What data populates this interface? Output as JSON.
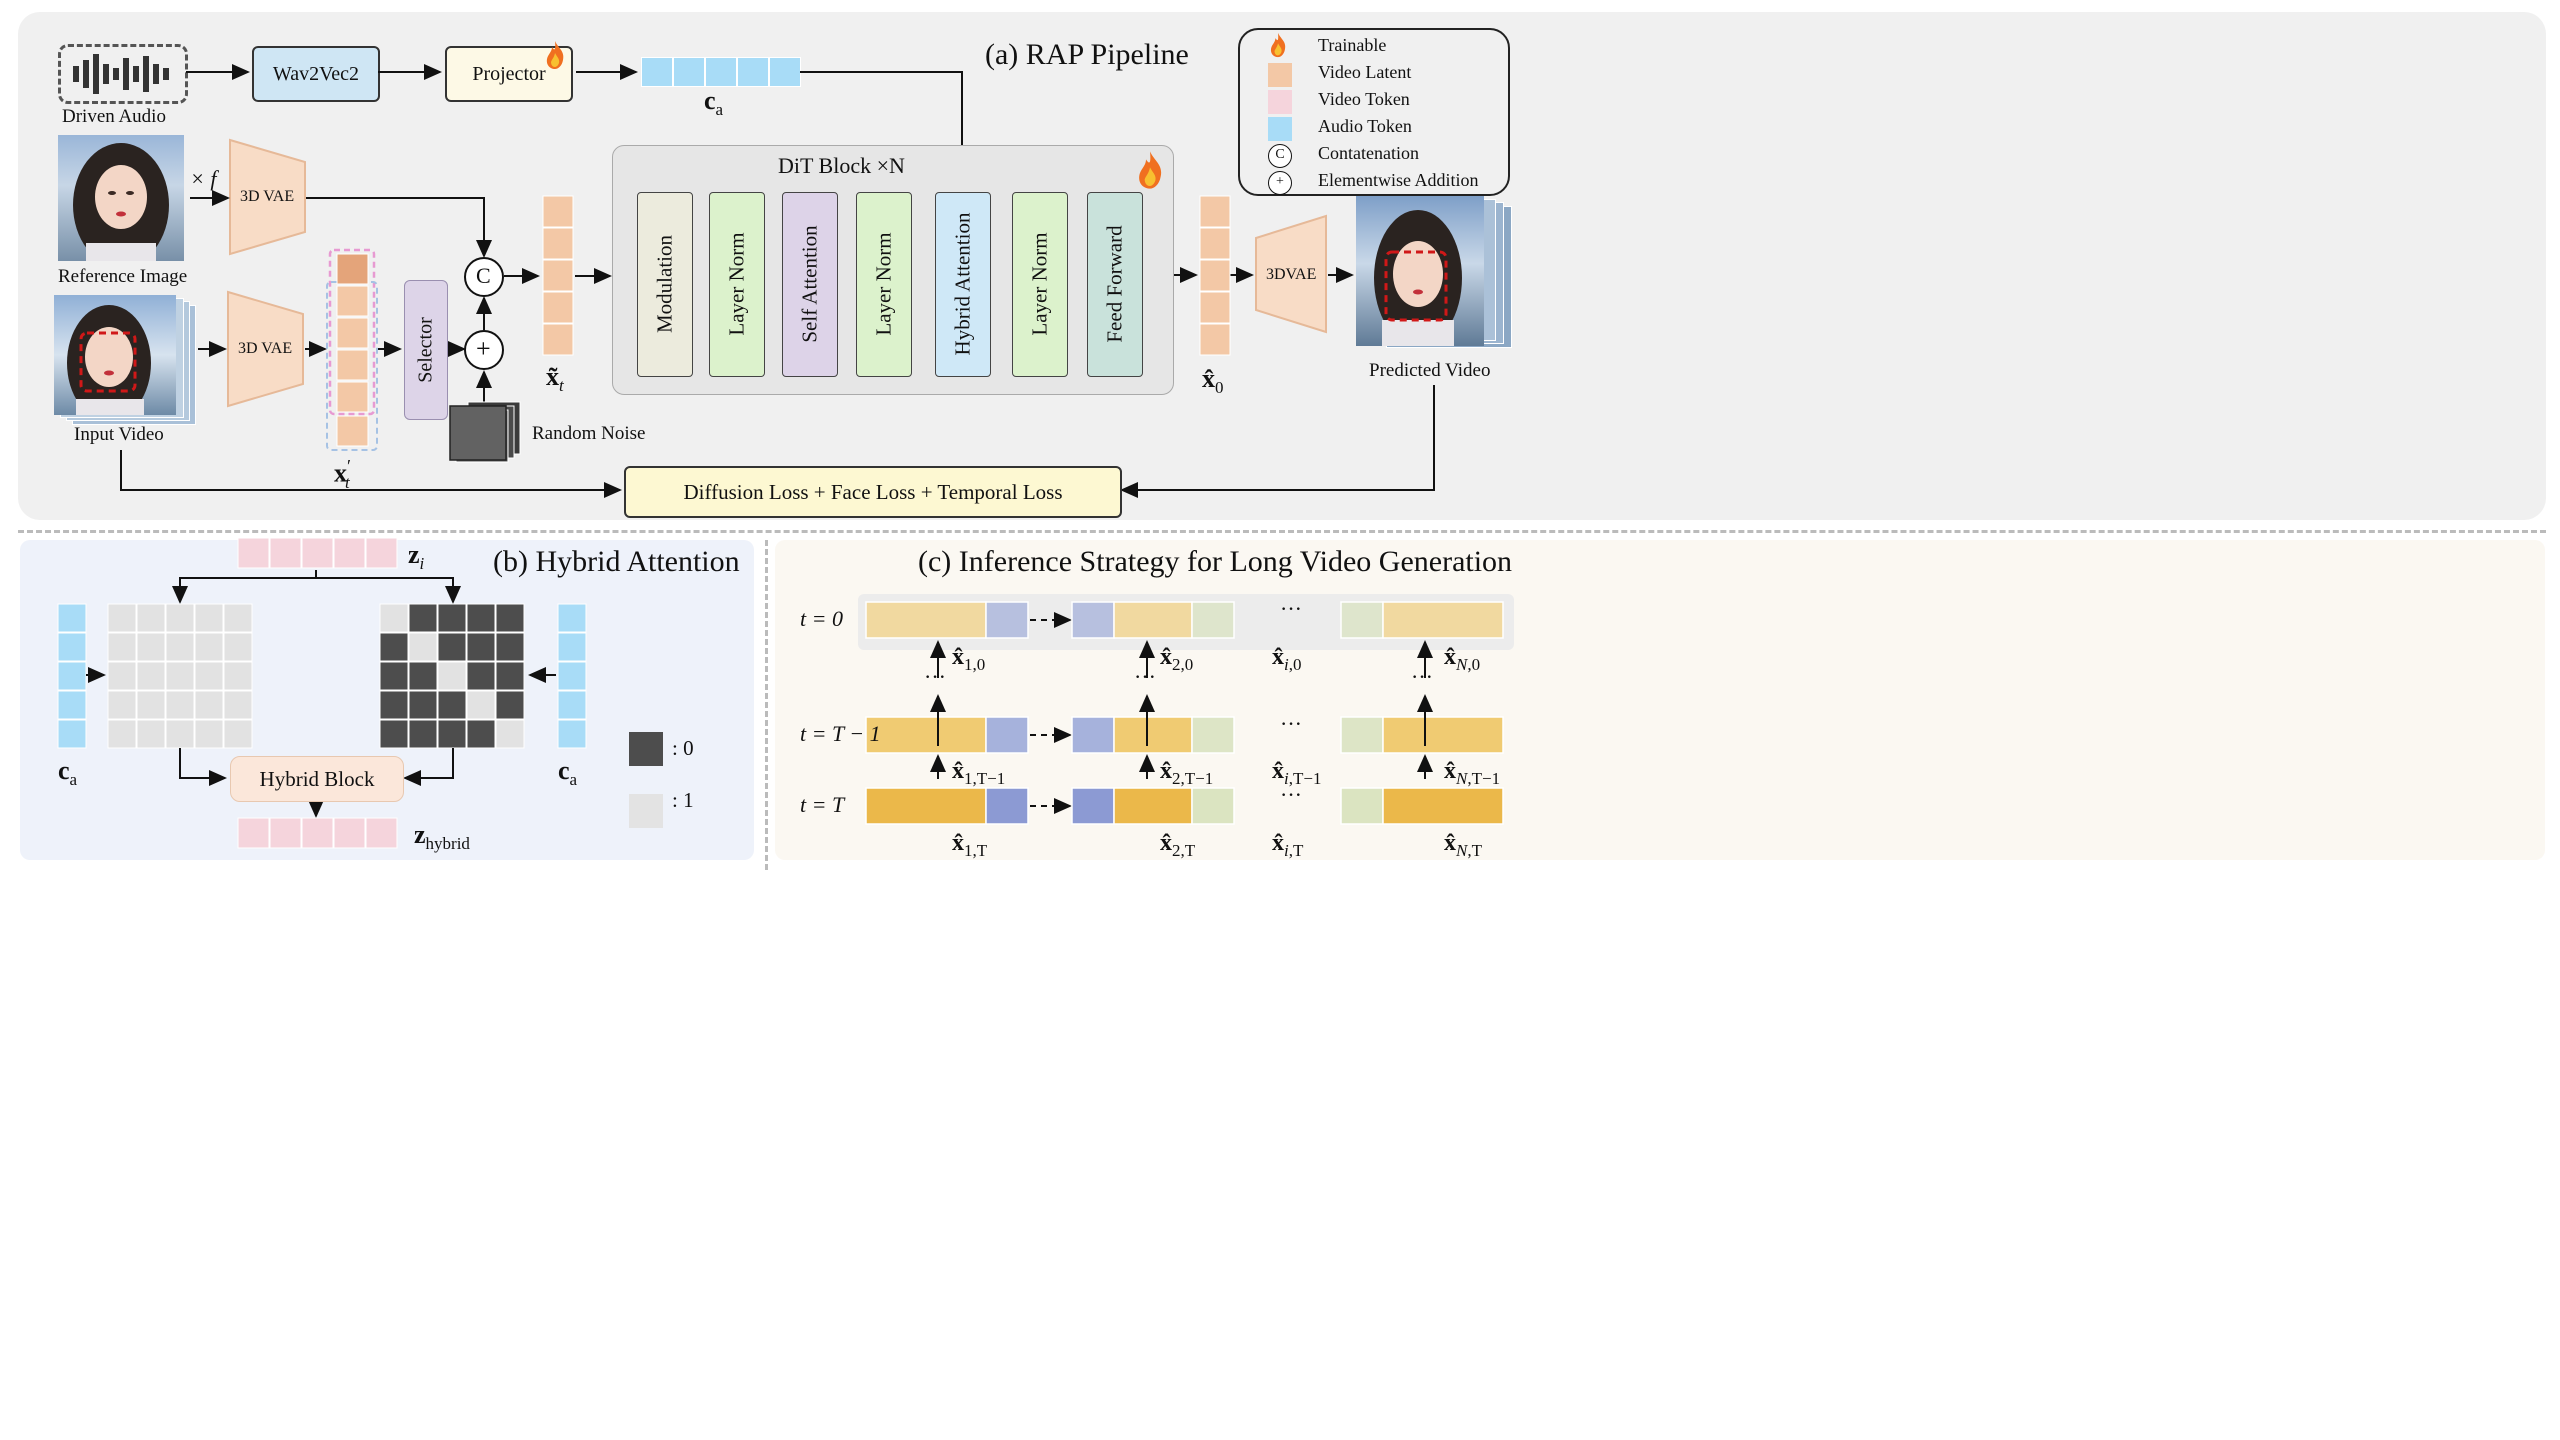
{
  "panel_a": {
    "title": "(a) RAP Pipeline",
    "driven_audio": "Driven Audio",
    "wav2vec": "Wav2Vec2",
    "projector": "Projector",
    "ca_label": "c",
    "ca_sub": "a",
    "ref_image": "Reference Image",
    "times_f": "× f",
    "vae_ref": "3D VAE",
    "vae_input": "3D VAE",
    "input_video": "Input Video",
    "selector": "Selector",
    "concat_symbol": "C",
    "add_symbol": "+",
    "random_noise": "Random Noise",
    "xt_prime_label": "x",
    "xt_prime_sup": "′",
    "xt_prime_sub": "t",
    "xt_tilde_label": "x̃",
    "xt_tilde_sub": "t",
    "dit_title": "DiT Block ×N",
    "dit_blocks": [
      {
        "label": "Modulation",
        "color": "#ecebdd"
      },
      {
        "label": "Layer Norm",
        "color": "#dcf2cc"
      },
      {
        "label": "Self Attention",
        "color": "#ddd3e8"
      },
      {
        "label": "Layer Norm",
        "color": "#dcf2cc"
      },
      {
        "label": "Hybrid Attention",
        "color": "#cfe8f7"
      },
      {
        "label": "Layer Norm",
        "color": "#dcf2cc"
      },
      {
        "label": "Feed Forward",
        "color": "#c9e2db"
      }
    ],
    "x0_label": "x̂",
    "x0_sub": "0",
    "vae_out": "3DVAE",
    "predicted_video": "Predicted Video",
    "loss": "Diffusion Loss + Face Loss + Temporal Loss",
    "legend": [
      {
        "icon": "flame-icon",
        "label": "Trainable"
      },
      {
        "icon": "swatch",
        "color": "#f3c8a6",
        "label": "Video Latent"
      },
      {
        "icon": "swatch",
        "color": "#f5d4dc",
        "label": "Video Token"
      },
      {
        "icon": "swatch",
        "color": "#a8dcf7",
        "label": "Audio Token"
      },
      {
        "icon": "circle-c-icon",
        "symbol": "C",
        "label": "Contatenation"
      },
      {
        "icon": "circle-plus-icon",
        "symbol": "+",
        "label": "Elementwise Addition"
      }
    ]
  },
  "panel_b": {
    "title": "(b) Hybrid Attention",
    "zi_label": "z",
    "zi_sub": "i",
    "ca_label": "c",
    "ca_sub": "a",
    "hybrid_block": "Hybrid Block",
    "zhybrid_label": "z",
    "zhybrid_sub": "hybrid",
    "legend_zero": ": 0",
    "legend_one": ": 1",
    "mask_pattern": [
      [
        1,
        0,
        0,
        0,
        0
      ],
      [
        0,
        1,
        0,
        0,
        0
      ],
      [
        0,
        0,
        1,
        0,
        0
      ],
      [
        0,
        0,
        0,
        1,
        0
      ],
      [
        0,
        0,
        0,
        0,
        1
      ]
    ]
  },
  "panel_c": {
    "title": "(c) Inference Strategy for Long Video Generation",
    "rows": [
      {
        "t_label": "t = 0"
      },
      {
        "t_label": "t = T − 1"
      },
      {
        "t_label": "t = T"
      }
    ],
    "row_colors": [
      {
        "main": "#f1d9a0",
        "ovl": "#b7c0df",
        "next": "#dee5cc"
      },
      {
        "main": "#f0cb72",
        "ovl": "#a6b2dc",
        "next": "#dde5c6"
      },
      {
        "main": "#ebb84a",
        "ovl": "#8c9ad3",
        "next": "#dbe4c1"
      }
    ],
    "dots": "···",
    "vdots": "⋮",
    "x_hat_symbol": "x̂",
    "col_subs": [
      "1",
      "2",
      "i",
      "N"
    ],
    "time_subs": [
      ",0",
      ",T−1",
      ",T"
    ]
  }
}
